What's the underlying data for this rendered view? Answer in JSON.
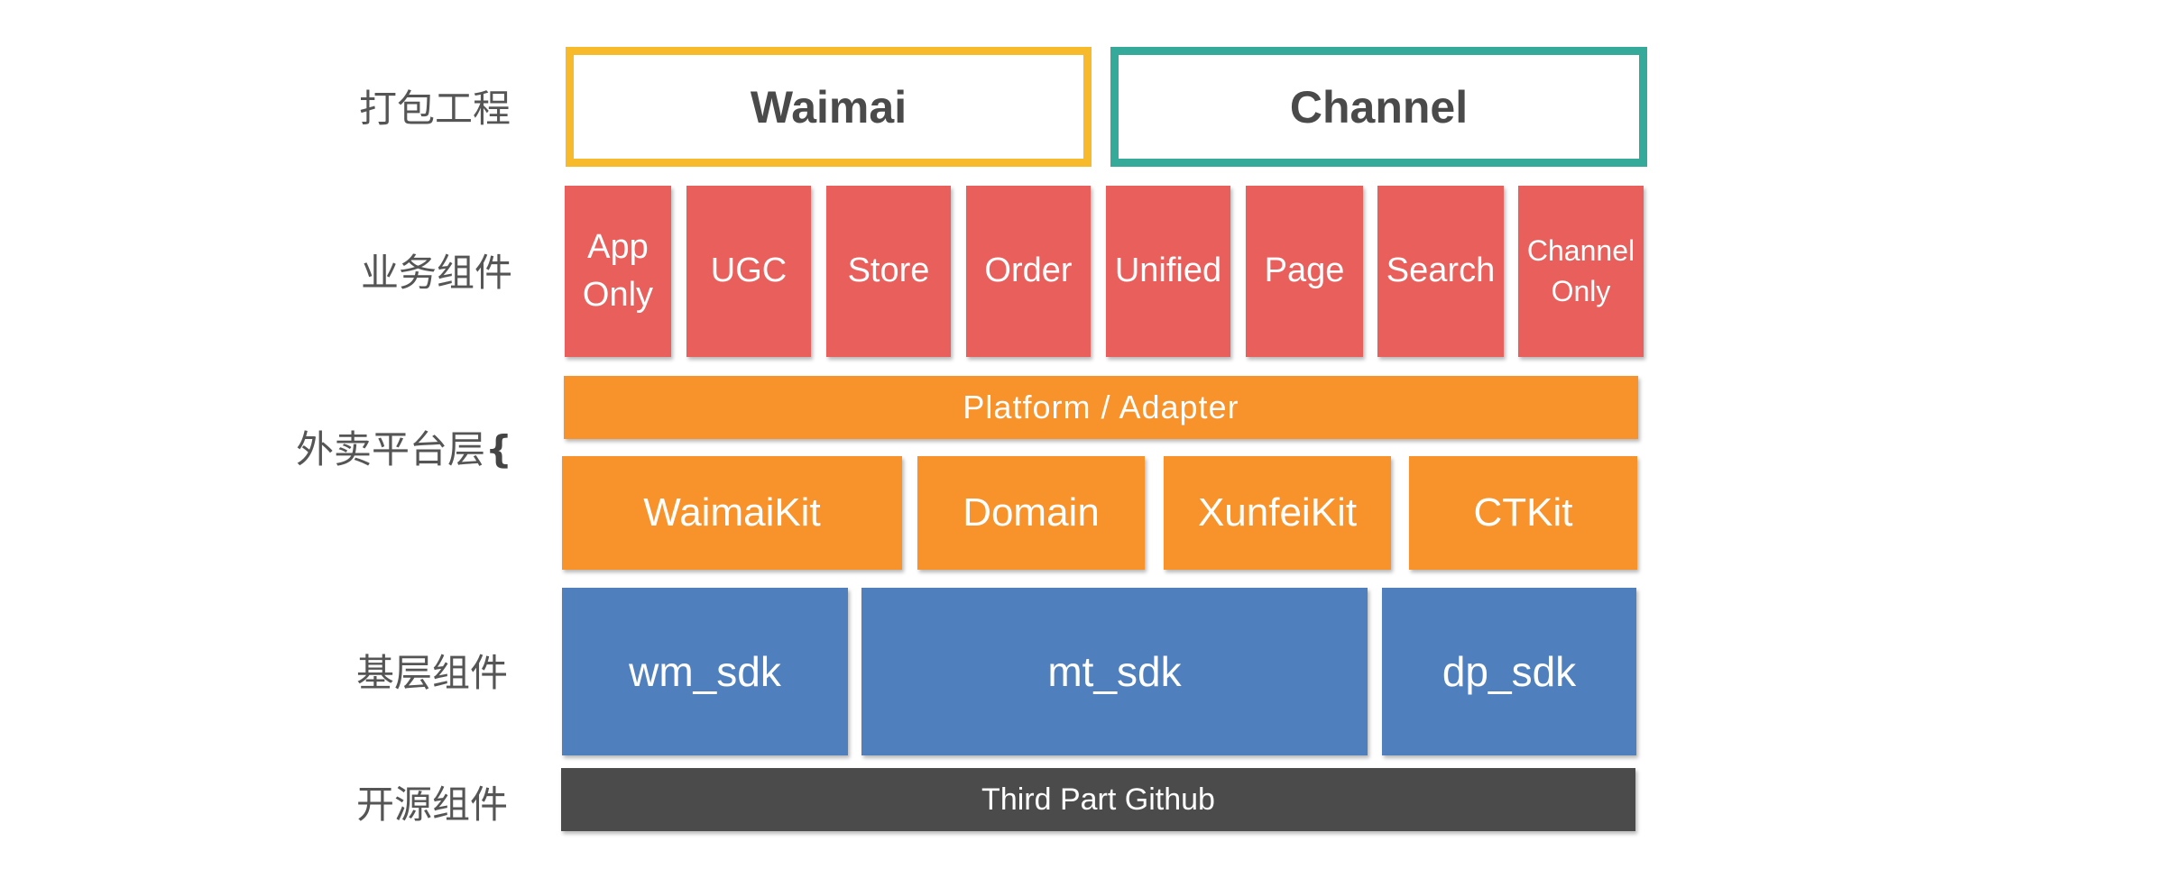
{
  "colors": {
    "waimai_border": "#F7BA2A",
    "channel_border": "#35A99A",
    "business": "#E85F5C",
    "platform": "#F8922A",
    "base": "#4F80BD",
    "open_source": "#4B4B4B",
    "label_text": "#555555"
  },
  "layers": {
    "packaging": "打包工程",
    "business": "业务组件",
    "platform": "外卖平台层",
    "platform_brace": "{",
    "base": "基层组件",
    "open_source": "开源组件"
  },
  "packaging": {
    "waimai": "Waimai",
    "channel": "Channel"
  },
  "business": {
    "app_only": [
      "App",
      "Only"
    ],
    "ugc": "UGC",
    "store": "Store",
    "order": "Order",
    "unified": "Unified",
    "page": "Page",
    "search": "Search",
    "channel_only": [
      "Channel",
      "Only"
    ]
  },
  "platform": {
    "adapter": "Platform / Adapter",
    "waimaikit": "WaimaiKit",
    "domain": "Domain",
    "xunfeikit": "XunfeiKit",
    "ctkit": "CTKit"
  },
  "base": {
    "wm_sdk": "wm_sdk",
    "mt_sdk": "mt_sdk",
    "dp_sdk": "dp_sdk"
  },
  "open_source": {
    "github": "Third Part Github"
  }
}
